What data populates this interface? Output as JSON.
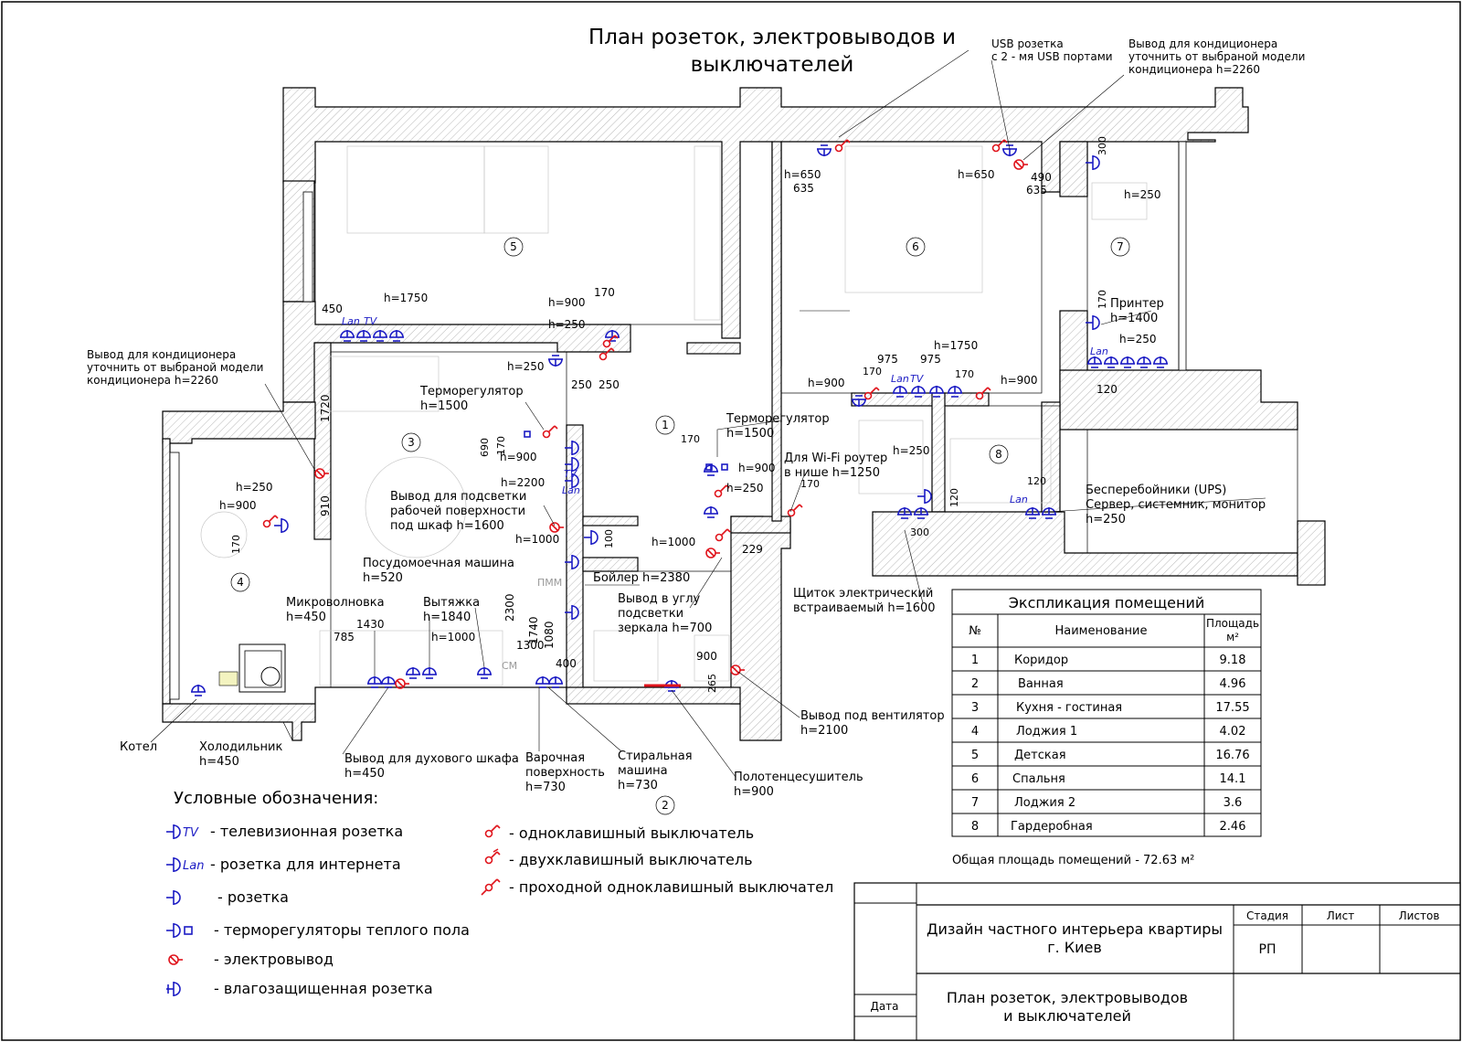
{
  "title_line1": "План розеток, электровыводов и",
  "title_line2": "выключателей",
  "rooms": [
    {
      "id": "room-1",
      "num": "1"
    },
    {
      "id": "room-2",
      "num": "2"
    },
    {
      "id": "room-3",
      "num": "3"
    },
    {
      "id": "room-4",
      "num": "4"
    },
    {
      "id": "room-5",
      "num": "5"
    },
    {
      "id": "room-6",
      "num": "6"
    },
    {
      "id": "room-7",
      "num": "7"
    },
    {
      "id": "room-8",
      "num": "8"
    }
  ],
  "annotations": {
    "usb_l1": "USB розетка",
    "usb_l2": "с 2 - мя USB портами",
    "ac_top_l1": "Вывод для кондиционера",
    "ac_top_l2": "уточнить от выбраной модели",
    "ac_top_l3": "кондиционера h=2260",
    "ac_left_l1": "Вывод для кондиционера",
    "ac_left_l2": "уточнить от выбраной модели",
    "ac_left_l3": "кондиционера h=2260",
    "thermo_l1": "Терморегулятор",
    "thermo_l2": "h=1500",
    "thermo2_l1": "Терморегулятор",
    "thermo2_l2": "h=1500",
    "light_l1": "Вывод для подсветки",
    "light_l2": "рабочей поверхности",
    "light_l3": "под шкаф h=1600",
    "dish_l1": "Посудомоечная машина",
    "dish_l2": "h=520",
    "micro_l1": "Микроволновка",
    "micro_l2": "h=450",
    "hood_l1": "Вытяжка",
    "hood_l2": "h=1840",
    "boiler": "Бойлер h=2380",
    "mirror_l1": "Вывод в углу",
    "mirror_l2": "подсветки",
    "mirror_l3": "зеркала h=700",
    "wifi_l1": "Для Wi-Fi роутер",
    "wifi_l2": "в нише h=1250",
    "panel_l1": "Щиток электрический",
    "panel_l2": "встраиваемый h=1600",
    "printer_l1": "Принтер",
    "printer_l2": "h=1400",
    "ups_l1": "Бесперебойники (UPS)",
    "ups_l2": "Сервер, системник, монитор",
    "ups_l3": "h=250",
    "fan_l1": "Вывод под вентилятор",
    "fan_l2": "h=2100",
    "towel_l1": "Полотенцесушитель",
    "towel_l2": "h=900",
    "washer_l1": "Стиральная",
    "washer_l2": "машина",
    "washer_l3": "h=730",
    "hob_l1": "Варочная",
    "hob_l2": "поверхность",
    "hob_l3": "h=730",
    "oven_l1": "Вывод для духового шкафа",
    "oven_l2": "h=450",
    "fridge_l1": "Холодильник",
    "fridge_l2": "h=450",
    "boiler_gas": "Котел",
    "pmm": "ПММ",
    "sm": "СМ"
  },
  "dims": {
    "d450": "450",
    "h1750a": "h=1750",
    "h900a": "h=900",
    "d170a": "170",
    "h250a": "h=250",
    "h250b": "h=250",
    "d250a": "250",
    "d250b": "250",
    "d1720": "1720",
    "d910": "910",
    "d690": "690",
    "d170b": "170",
    "h900b": "h=900",
    "h2200": "h=2200",
    "h1000a": "h=1000",
    "d100": "100",
    "d2300": "2300",
    "d1740": "1740",
    "d1300": "1300",
    "d1080": "1080",
    "d400": "400",
    "d1430": "1430",
    "d785": "785",
    "h1000b": "h=1000",
    "h250c": "h=250",
    "h900c": "h=900",
    "d170c": "170",
    "h650a": "h=650",
    "d635a": "635",
    "h650b": "h=650",
    "d490": "490",
    "d635b": "635",
    "d300a": "300",
    "h250d": "h=250",
    "h900d": "h=900",
    "d975a": "975",
    "d975b": "975",
    "h1750b": "h=1750",
    "d170d": "170",
    "d170e": "170",
    "h900e": "h=900",
    "d170f": "170",
    "h900f": "h=900",
    "h250e": "h=250",
    "d170g": "170",
    "h1000c": "h=1000",
    "d229": "229",
    "d900": "900",
    "d265": "265",
    "d170h": "170",
    "h250f": "h=250",
    "d120a": "120",
    "d300b": "300",
    "d120b": "120",
    "d120c": "120",
    "h250g": "h=250",
    "d170i": "170",
    "lan": "Lan",
    "tv": "TV"
  },
  "legend": {
    "title": "Условные обозначения:",
    "items": [
      {
        "icon": "tv-outlet-icon",
        "tag": "TV",
        "label": "- телевизионная розетка"
      },
      {
        "icon": "lan-outlet-icon",
        "tag": "Lan",
        "label": "- розетка для интернета"
      },
      {
        "icon": "outlet-icon",
        "tag": "",
        "label": "- розетка"
      },
      {
        "icon": "thermostat-icon",
        "tag": "",
        "label": "- терморегуляторы теплого пола"
      },
      {
        "icon": "power-lead-icon",
        "tag": "",
        "label": "- электровывод"
      },
      {
        "icon": "waterproof-outlet-icon",
        "tag": "",
        "label": "- влагозащищенная розетка"
      }
    ],
    "switches": [
      {
        "icon": "single-switch-icon",
        "label": "- одноклавишный выключатель"
      },
      {
        "icon": "double-switch-icon",
        "label": "- двухклавишный выключатель"
      },
      {
        "icon": "passthrough-switch-icon",
        "label": "- проходной одноклавишный выключател"
      }
    ]
  },
  "explication": {
    "title": "Экспликация помещений",
    "headers": {
      "num": "№",
      "name": "Наименование",
      "area_l1": "Площадь",
      "area_l2": "м²"
    },
    "rows": [
      {
        "num": "1",
        "name": "Коридор",
        "area": "9.18"
      },
      {
        "num": "2",
        "name": "Ванная",
        "area": "4.96"
      },
      {
        "num": "3",
        "name": "Кухня - гостиная",
        "area": "17.55"
      },
      {
        "num": "4",
        "name": "Лоджия 1",
        "area": "4.02"
      },
      {
        "num": "5",
        "name": "Детская",
        "area": "16.76"
      },
      {
        "num": "6",
        "name": "Спальня",
        "area": "14.1"
      },
      {
        "num": "7",
        "name": "Лоджия 2",
        "area": "3.6"
      },
      {
        "num": "8",
        "name": "Гардеробная",
        "area": "2.46"
      }
    ],
    "total": "Общая площадь помещений - 72.63 м²"
  },
  "title_block": {
    "project_l1": "Дизайн частного интерьера квартиры",
    "project_l2": "г. Киев",
    "sheet_l1": "План розеток, электровыводов",
    "sheet_l2": "и выключателей",
    "stage_label": "Стадия",
    "sheet_label": "Лист",
    "sheets_label": "Листов",
    "stage_value": "РП",
    "date_label": "Дата"
  },
  "colors": {
    "outlet": "#1c1cc4",
    "switch": "#e0141c",
    "wall": "#000000"
  }
}
